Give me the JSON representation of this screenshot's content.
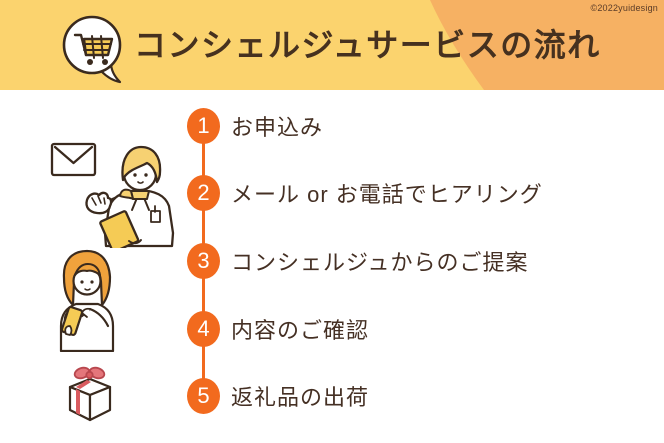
{
  "window": {
    "copyright": "©2022yuidesign"
  },
  "header": {
    "title": "コンシェルジュサービスの流れ",
    "icon": "shopping-cart-speech-bubble-icon",
    "bg_color": "#fbd36e",
    "blob_color": "#f6b163"
  },
  "timeline": {
    "accent_color": "#f26a1e",
    "text_color": "#453024",
    "steps": [
      {
        "number": "1",
        "label": "お申込み"
      },
      {
        "number": "2",
        "label": "メール or お電話でヒアリング"
      },
      {
        "number": "3",
        "label": "コンシェルジュからのご提案"
      },
      {
        "number": "4",
        "label": "内容のご確認"
      },
      {
        "number": "5",
        "label": "返礼品の出荷"
      }
    ]
  },
  "illustrations": [
    {
      "name": "concierge-with-envelope-illustration"
    },
    {
      "name": "woman-using-smartphone-illustration"
    },
    {
      "name": "gift-box-illustration"
    }
  ],
  "colors": {
    "outline": "#3a2a1e",
    "accent_yellow": "#f5cb55",
    "hair_blonde": "#f6d172",
    "hair_orange": "#f0a23c",
    "ribbon_red": "#d95b5f"
  }
}
